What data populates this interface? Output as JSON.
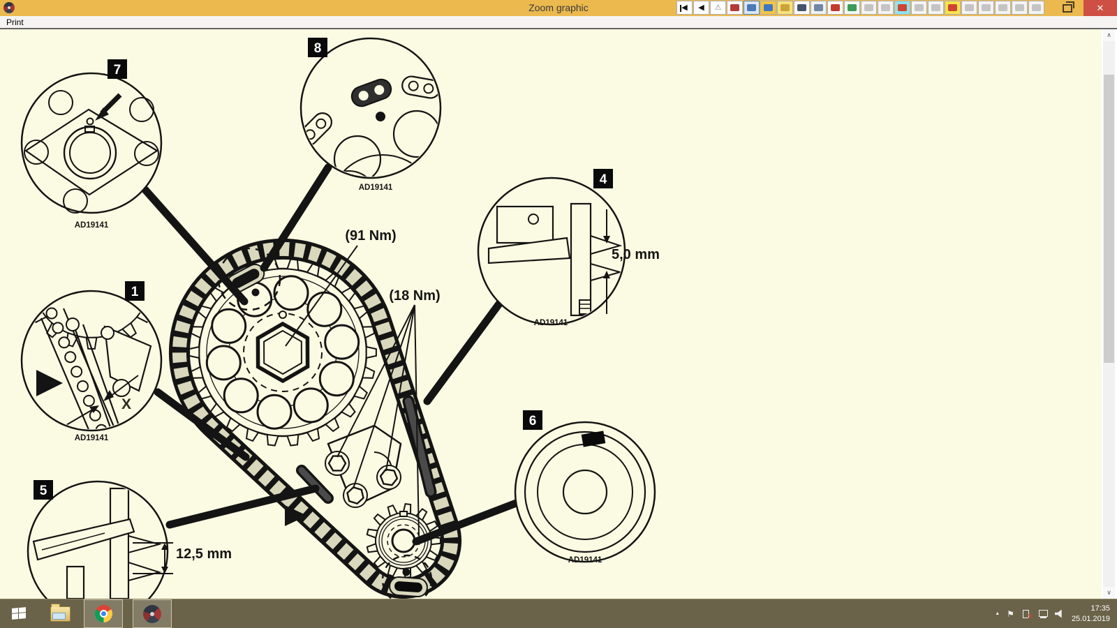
{
  "window": {
    "title": "Zoom graphic"
  },
  "titlebar": {
    "close_glyph": "✕"
  },
  "menu": {
    "print_label": "Print"
  },
  "glyphs": {
    "tray_up": "▲",
    "tray_flag": "⚑",
    "usb_x": "✕",
    "scroll_up": "∧",
    "scroll_down": "∨"
  },
  "toolbar": {
    "icons": [
      {
        "name": "skip-start-icon",
        "glyph": "◀",
        "fg": "#111111",
        "bg": "#ffffff",
        "bar": true
      },
      {
        "name": "back-icon",
        "glyph": "◀",
        "fg": "#111111",
        "bg": "#ffffff"
      },
      {
        "name": "warning-icon",
        "glyph": "⚠",
        "fg": "#8a8a8a",
        "bg": "#ffffff"
      },
      {
        "name": "display-icon",
        "fg": "#b23b35",
        "bg": "#ffffff"
      },
      {
        "name": "tools-icon",
        "fg": "#4a79b8",
        "bg": "#dbe7f6",
        "selected": true
      },
      {
        "name": "web-icon",
        "fg": "#3f77c4",
        "bg": "#f6c63f"
      },
      {
        "name": "mouse-icon",
        "fg": "#caa43a",
        "bg": "#f8e27a"
      },
      {
        "name": "wheel-icon",
        "fg": "#44536b",
        "bg": "#fdfdfd"
      },
      {
        "name": "parts-icon",
        "fg": "#7287a3",
        "bg": "#eef1f6"
      },
      {
        "name": "car-icon",
        "fg": "#c23b2d",
        "bg": "#fdfdfd"
      },
      {
        "name": "lift-icon",
        "fg": "#3f9a58",
        "bg": "#f3faf3"
      },
      {
        "name": "tyres-icon",
        "fg": "#c4c4c4",
        "bg": "#f4f4f4",
        "disabled": true
      },
      {
        "name": "paint-icon",
        "fg": "#c4c4c4",
        "bg": "#f4f4f4",
        "disabled": true
      },
      {
        "name": "service-data-icon",
        "fg": "#cf4434",
        "bg": "#8fe3ec"
      },
      {
        "name": "body-icon",
        "fg": "#c4c4c4",
        "bg": "#f4f4f4",
        "disabled": true
      },
      {
        "name": "disc-icon",
        "fg": "#c4c4c4",
        "bg": "#f4f4f4",
        "disabled": true
      },
      {
        "name": "help-car-icon",
        "fg": "#cf4434",
        "bg": "#f7e54a"
      },
      {
        "name": "mechanic-icon",
        "fg": "#c4c4c4",
        "bg": "#f4f4f4",
        "disabled": true
      },
      {
        "name": "bulb-icon",
        "fg": "#c4c4c4",
        "bg": "#f4f4f4",
        "disabled": true
      },
      {
        "name": "hazard-icon",
        "fg": "#c4c4c4",
        "bg": "#f4f4f4",
        "disabled": true
      },
      {
        "name": "towing-icon",
        "fg": "#c4c4c4",
        "bg": "#f4f4f4",
        "disabled": true
      },
      {
        "name": "manual-icon",
        "fg": "#c4c4c4",
        "bg": "#f4f4f4",
        "disabled": true
      }
    ]
  },
  "diagram": {
    "torque_cam": "(91 Nm)",
    "torque_tensioner": "(18 Nm)",
    "measure_4": "5,0 mm",
    "measure_5": "12,5 mm",
    "dim_x": "X",
    "callouts": [
      {
        "number": "7",
        "caption": "AD19141"
      },
      {
        "number": "8",
        "caption": "AD19141"
      },
      {
        "number": "4",
        "caption": "AD19141"
      },
      {
        "number": "1",
        "caption": "AD19141"
      },
      {
        "number": "5"
      },
      {
        "number": "6",
        "caption": "AD19141"
      }
    ],
    "colors": {
      "ink": "#141414",
      "paper": "#FBFBE3",
      "chain_link": "#D9D8BD"
    }
  },
  "taskbar": {
    "tray": {
      "time": "17:35",
      "date": "25.01.2019"
    }
  }
}
